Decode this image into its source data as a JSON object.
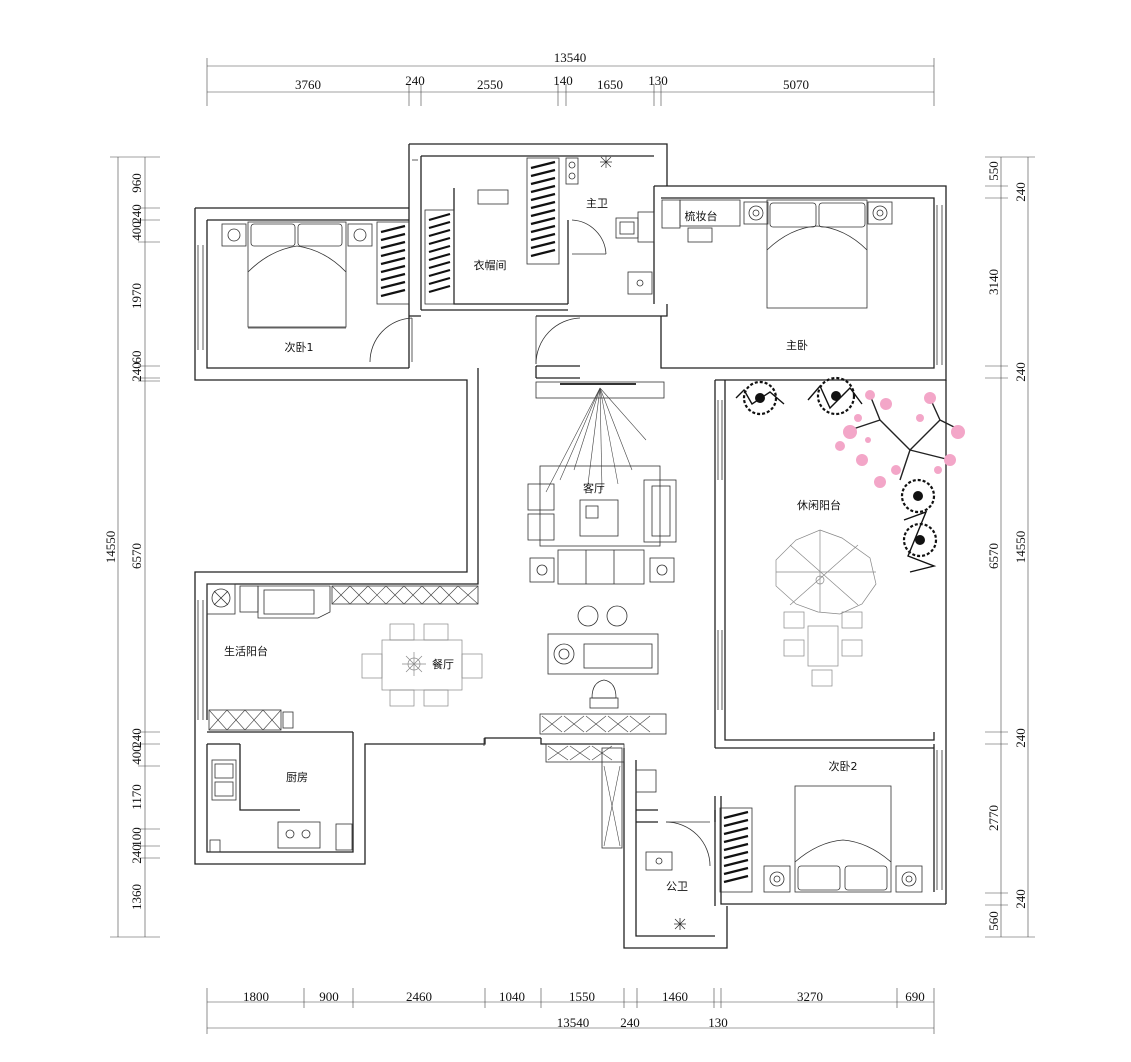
{
  "dimensions": {
    "top_total": "13540",
    "top_segments": [
      "3760",
      "240",
      "2550",
      "140",
      "1650",
      "130",
      "5070"
    ],
    "bottom_segments": [
      "1800",
      "900",
      "2460",
      "1040",
      "1550",
      "1460",
      "3270",
      "690"
    ],
    "bottom_total": "13540",
    "bottom_extra": [
      "240",
      "130"
    ],
    "left_total": "14550",
    "left_segments": [
      "960",
      "240",
      "400",
      "1970",
      "240",
      "60",
      "6570",
      "240",
      "400",
      "1170",
      "100",
      "240",
      "1360"
    ],
    "right_total": "14550",
    "right_segments": [
      "550",
      "240",
      "3140",
      "240",
      "6570",
      "240",
      "2770",
      "240",
      "560"
    ]
  },
  "rooms": {
    "master_bath": "主卫",
    "dressing_table": "梳妆台",
    "wardrobe_room": "衣帽间",
    "bedroom1": "次卧1",
    "master_bedroom": "主卧",
    "living_room": "客厅",
    "leisure_balcony": "休闲阳台",
    "utility_balcony": "生活阳台",
    "dining_room": "餐厅",
    "kitchen": "厨房",
    "bedroom2": "次卧2",
    "public_bath": "公卫"
  },
  "colors": {
    "line": "#222222",
    "blossom": "#f3a6c8",
    "plant": "#111111"
  }
}
